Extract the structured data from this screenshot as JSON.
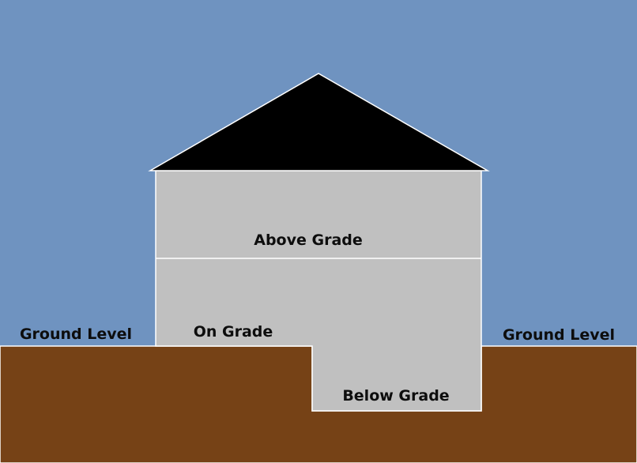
{
  "colors": {
    "sky": "#6f93c0",
    "ground": "#764216",
    "wall": "#c0c0c0",
    "roof": "#000000",
    "outline": "#ffffff"
  },
  "labels": {
    "ground_level_left": "Ground Level",
    "ground_level_right": "Ground Level",
    "above_grade": "Above Grade",
    "on_grade": "On Grade",
    "below_grade": "Below Grade"
  }
}
